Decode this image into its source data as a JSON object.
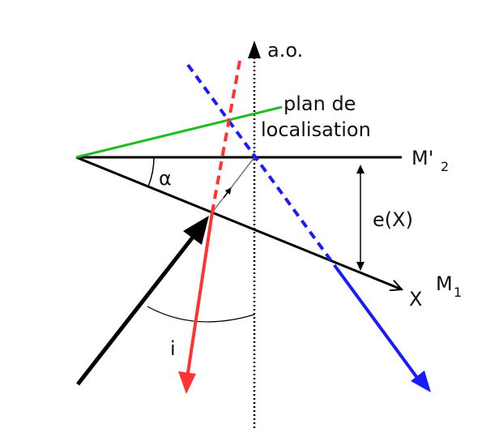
{
  "labels": {
    "optical_axis": "a.o.",
    "plane_line1": "plan de",
    "plane_line2": "localisation",
    "mirror2": "M'",
    "mirror2_sub": "2",
    "angle": "α",
    "thickness": "e(X)",
    "axis_x": "X",
    "mirror1": "M",
    "mirror1_sub": "1",
    "incidence": "i"
  },
  "colors": {
    "incident_ray": "#000000",
    "reflected_m1": "#ff3333",
    "reflected_m2": "#1a1aff",
    "localisation_plane": "#22bb22",
    "mirrors": "#000000",
    "optical_axis": "#000000"
  }
}
